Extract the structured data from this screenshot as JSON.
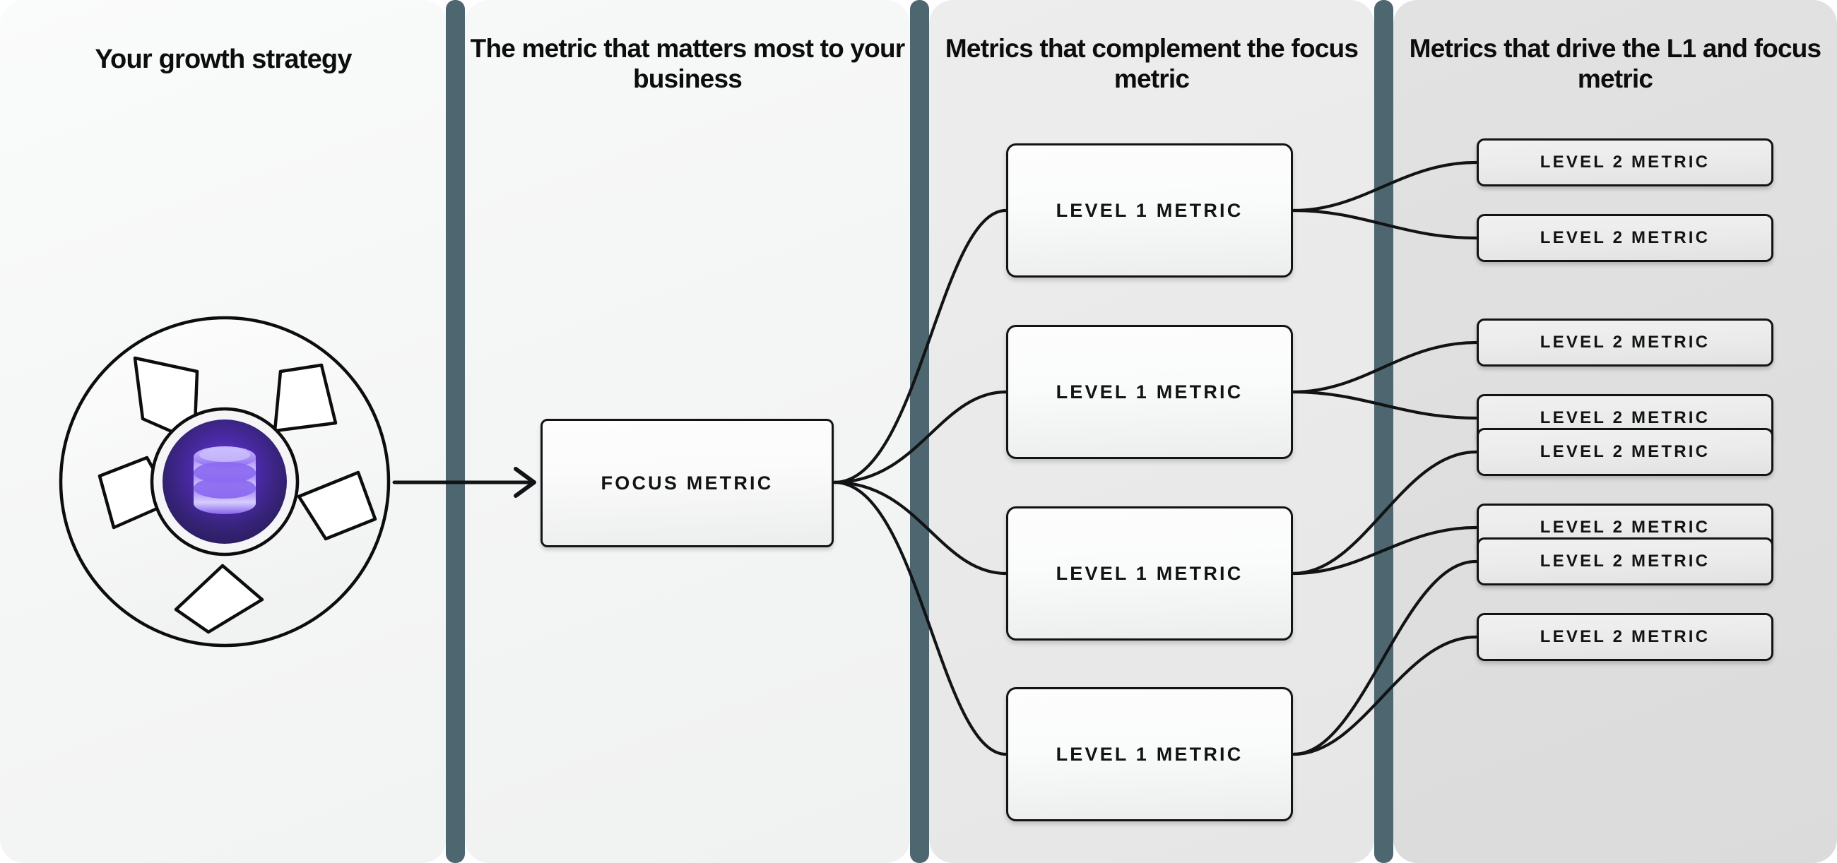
{
  "columns": [
    {
      "id": "col1",
      "title": "Your growth strategy"
    },
    {
      "id": "col2",
      "title": "The metric that matters most to your business"
    },
    {
      "id": "col3",
      "title": "Metrics that complement the focus metric"
    },
    {
      "id": "col4",
      "title": "Metrics that drive the L1 and focus metric"
    }
  ],
  "logo": {
    "name": "aperture-database-logo",
    "inner_icon": "database-icon",
    "colors": {
      "outer_fill": "#f7f8f8",
      "outer_stroke": "#0d0d0d",
      "inner_circle_dark": "#2e2068",
      "inner_circle_edge": "#5b36c9",
      "database_light": "#b9a6fb",
      "database_mid": "#7f5af0"
    }
  },
  "focus": {
    "label": "FOCUS METRIC"
  },
  "level1": [
    {
      "label": "LEVEL 1 METRIC"
    },
    {
      "label": "LEVEL 1 METRIC"
    },
    {
      "label": "LEVEL 1 METRIC"
    },
    {
      "label": "LEVEL 1 METRIC"
    }
  ],
  "level2": [
    {
      "label": "LEVEL 2 METRIC"
    },
    {
      "label": "LEVEL 2 METRIC"
    },
    {
      "label": "LEVEL 2 METRIC"
    },
    {
      "label": "LEVEL 2 METRIC"
    },
    {
      "label": "LEVEL 2 METRIC"
    },
    {
      "label": "LEVEL 2 METRIC"
    },
    {
      "label": "LEVEL 2 METRIC"
    },
    {
      "label": "LEVEL 2 METRIC"
    }
  ],
  "palette": {
    "separator": "#4d666f",
    "column1_bg": "#f5f6f6",
    "column2_bg": "#f3f4f4",
    "column3_bg": "#e9e9e9",
    "column4_bg": "#dedede",
    "line": "#111315",
    "text": "#0d0d0d"
  }
}
